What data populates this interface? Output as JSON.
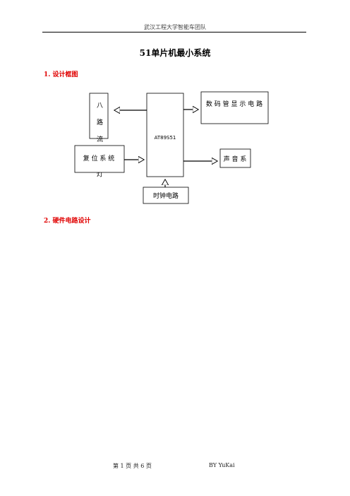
{
  "header": {
    "text": "武汉工程大学智能车团队"
  },
  "title": "51单片机最小系统",
  "sections": [
    {
      "label": "1.  设计框图"
    },
    {
      "label": "2.  硬件电路设计"
    }
  ],
  "diagram": {
    "blocks": {
      "mcu": "AT89S51",
      "leds": "八路流水灯",
      "display": "数 码 管 显 示 电 路",
      "reset": "复 位 系 统",
      "sound": "声 音 系",
      "clock": "时钟电路"
    }
  },
  "footer": {
    "page": "第  1  页  共  6  页",
    "author": "BY YuKai"
  }
}
